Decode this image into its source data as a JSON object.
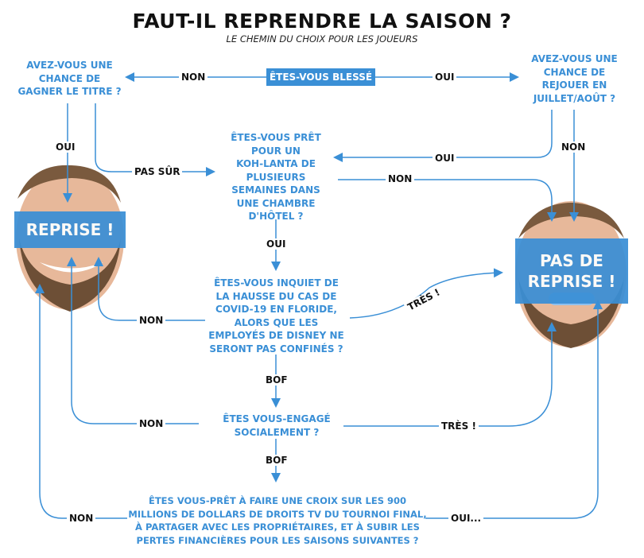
{
  "header": {
    "title": "FAUT-IL REPRENDRE LA SAISON ?",
    "subtitle": "LE CHEMIN DU CHOIX POUR LES JOUEURS"
  },
  "nodes": {
    "blesse": "ÊTES-VOUS BLESSÉ ?",
    "titre": [
      "AVEZ-VOUS UNE",
      "CHANCE DE",
      "GAGNER LE TITRE ?"
    ],
    "rejouer": [
      "AVEZ-VOUS UNE",
      "CHANCE DE",
      "REJOUER EN",
      "JUILLET/AOÛT ?"
    ],
    "kohlanta": [
      "ÊTES-VOUS PRÊT",
      "POUR UN",
      "KOH-LANTA DE",
      "PLUSIEURS",
      "SEMAINES DANS",
      "UNE CHAMBRE",
      "D'HÔTEL ?"
    ],
    "covid": [
      "ÊTES-VOUS INQUIET DE",
      "LA HAUSSE DU CAS DE",
      "COVID-19 EN FLORIDE,",
      "ALORS QUE LES",
      "EMPLOYÉS DE DISNEY NE",
      "SERONT PAS CONFINÉS ?"
    ],
    "engage": [
      "ÊTES VOUS-ENGAGÉ",
      "SOCIALEMENT ?"
    ],
    "final": [
      "ÊTES VOUS-PRÊT À FAIRE UNE CROIX SUR LES 900",
      "MILLIONS DE DOLLARS DE DROITS TV DU TOURNOI FINAL,",
      "À PARTAGER AVEC LES PROPRIÉTAIRES, ET À SUBIR LES",
      "PERTES FINANCIÈRES POUR LES SAISONS SUIVANTES ?"
    ]
  },
  "outcomes": {
    "reprise": "REPRISE !",
    "pas_de_reprise": [
      "PAS DE",
      "REPRISE !"
    ]
  },
  "edge_labels": {
    "non_left": "NON",
    "oui_right": "OUI",
    "oui_titre": "OUI",
    "pas_sur": "PAS SÛR",
    "non_rejouer": "NON",
    "oui_rejouer": "OUI",
    "non_kohlanta": "NON",
    "oui_kohlanta": "OUI",
    "non_covid": "NON",
    "tres_covid": "TRÈS !",
    "bof_covid": "BOF",
    "non_engage": "NON",
    "tres_engage": "TRÈS !",
    "bof_engage": "BOF",
    "non_final": "NON",
    "oui_final": "OUI..."
  },
  "colors": {
    "accent": "#3a8fd6",
    "line": "#3a8fd6",
    "text": "#111111",
    "skin": "#e7b89a",
    "beard": "#8a6a4a"
  }
}
